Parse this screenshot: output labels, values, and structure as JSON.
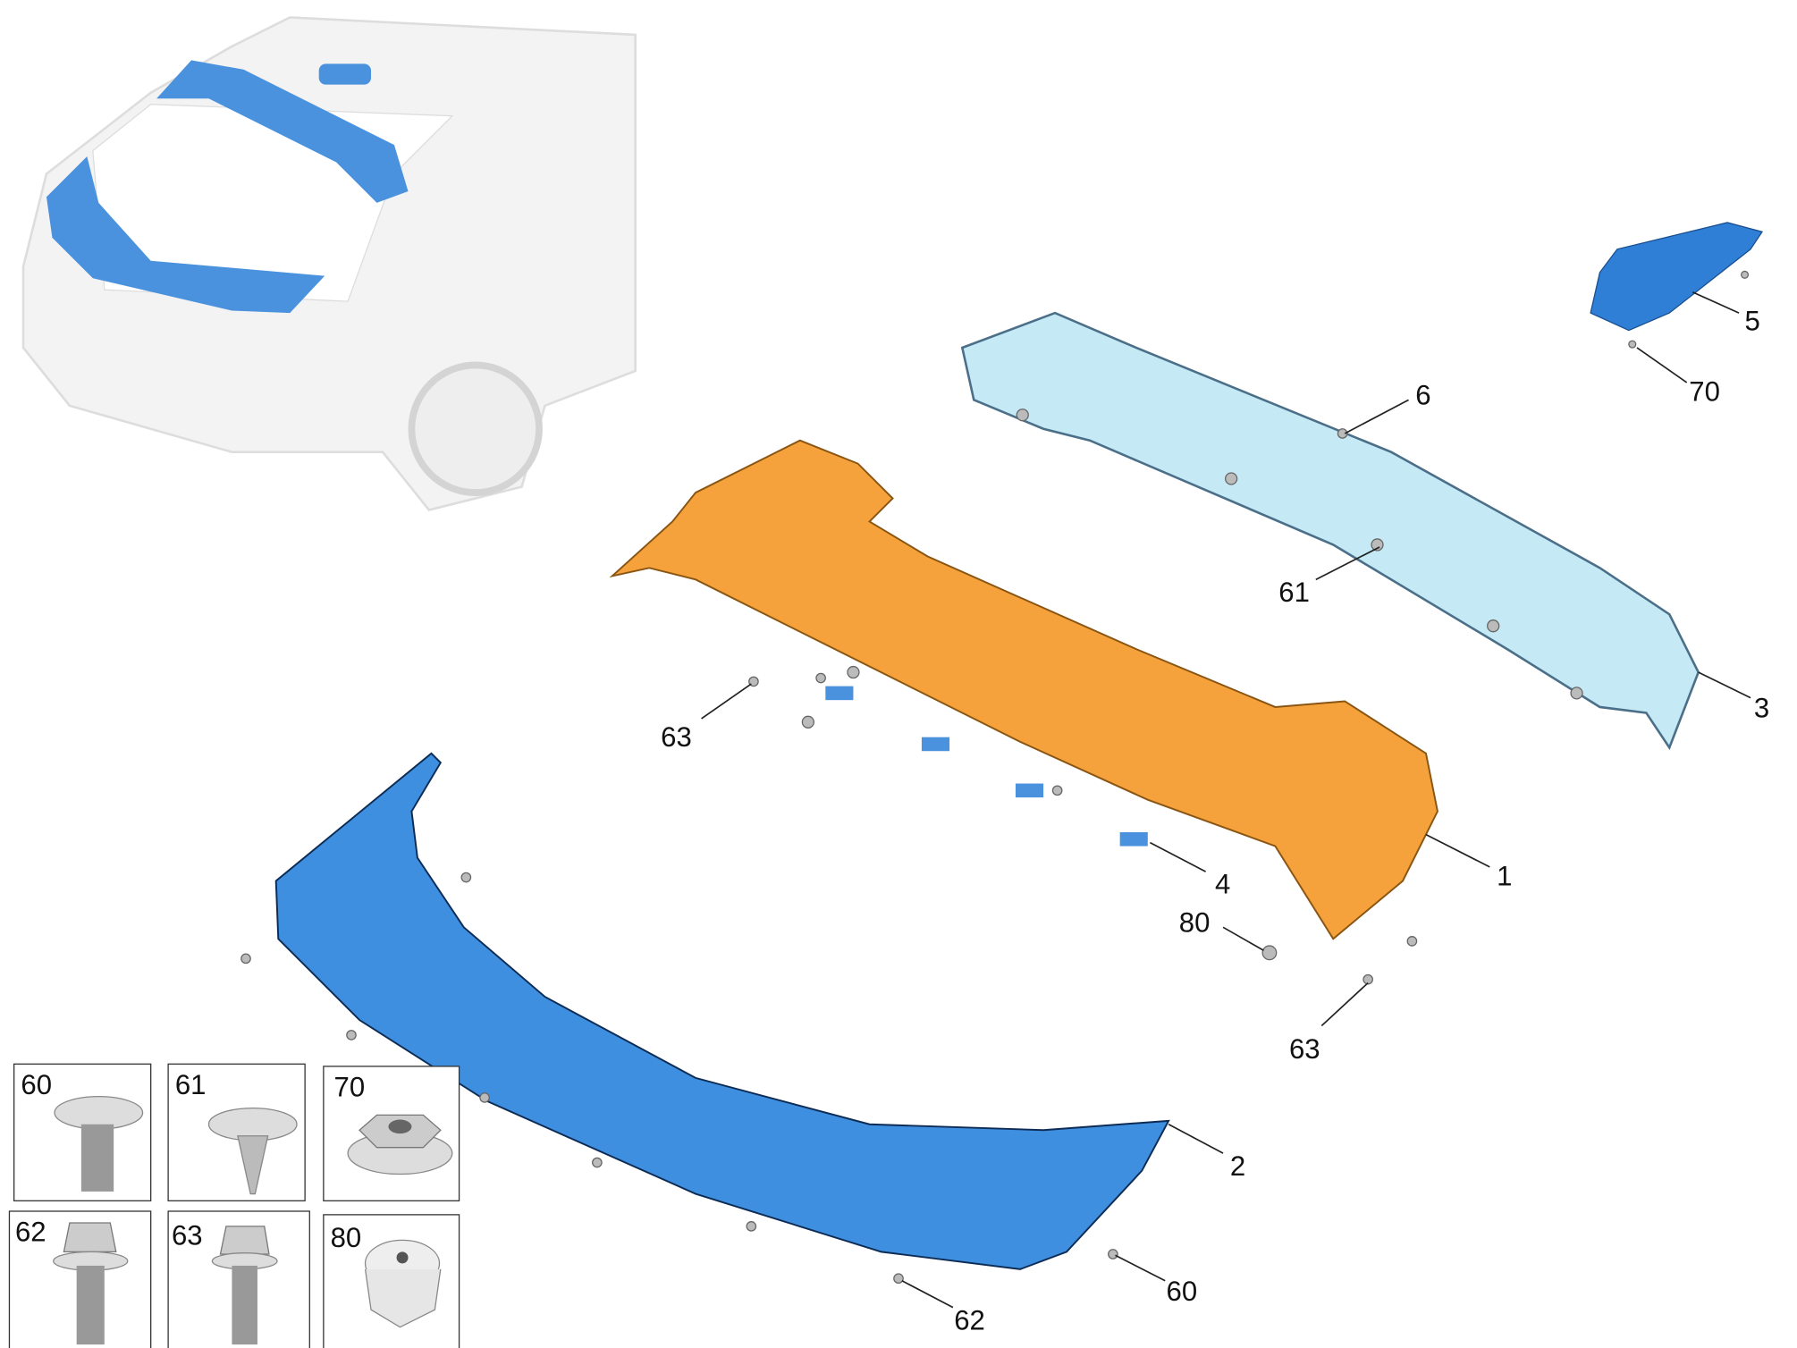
{
  "diagram": {
    "callouts": [
      {
        "id": "c5",
        "text": "5"
      },
      {
        "id": "c70",
        "text": "70"
      },
      {
        "id": "c6",
        "text": "6"
      },
      {
        "id": "c61",
        "text": "61"
      },
      {
        "id": "c3",
        "text": "3"
      },
      {
        "id": "c63a",
        "text": "63"
      },
      {
        "id": "c1",
        "text": "1"
      },
      {
        "id": "c4",
        "text": "4"
      },
      {
        "id": "c80",
        "text": "80"
      },
      {
        "id": "c63b",
        "text": "63"
      },
      {
        "id": "c2",
        "text": "2"
      },
      {
        "id": "c60",
        "text": "60"
      },
      {
        "id": "c62",
        "text": "62"
      }
    ],
    "legend": [
      {
        "text": "60"
      },
      {
        "text": "61"
      },
      {
        "text": "70"
      },
      {
        "text": "62"
      },
      {
        "text": "63"
      },
      {
        "text": "80"
      }
    ],
    "colors": {
      "orange": "#f5a23c",
      "blue": "#3f8fe0",
      "light_blue": "#bfe6f5",
      "car": "#e8e8e8"
    }
  }
}
